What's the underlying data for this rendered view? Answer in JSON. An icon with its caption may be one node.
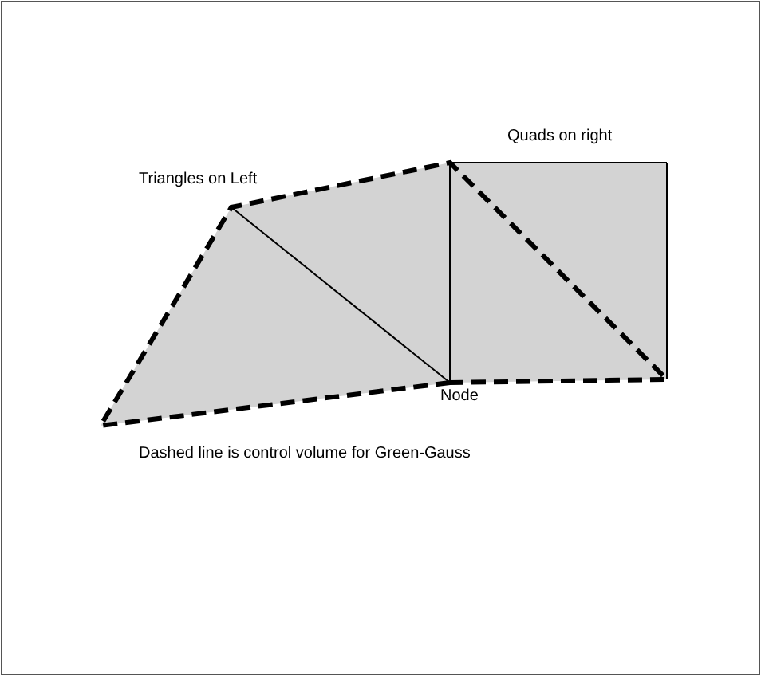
{
  "diagram": {
    "labels": [
      "Quads on right",
      "Triangles on Left",
      "Node",
      "Dashed line is control volume for Green-Gauss"
    ]
  }
}
